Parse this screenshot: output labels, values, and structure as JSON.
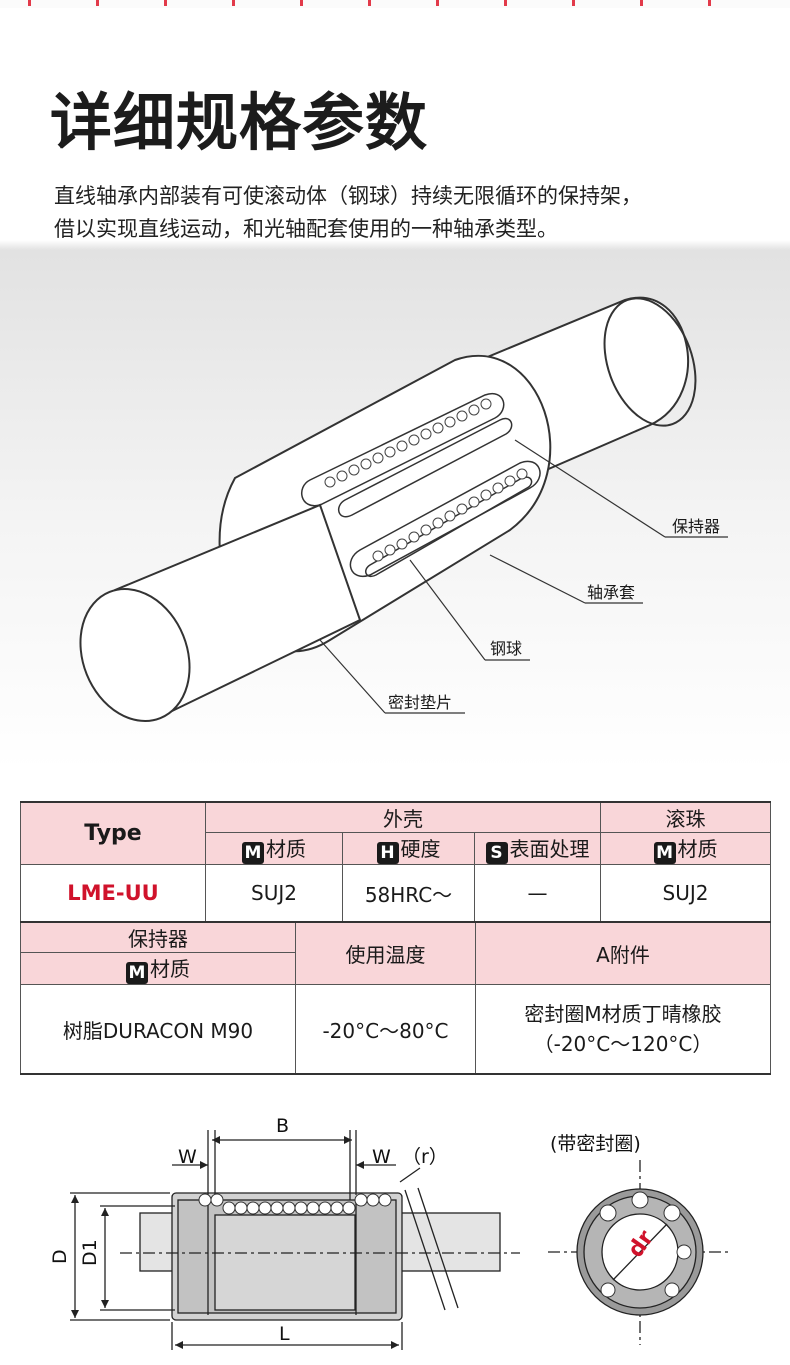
{
  "header": {
    "title": "详细规格参数",
    "intro_lines": [
      "直线轴承内部装有可使滚动体（钢球）持续无限循环的保持架，",
      "借以实现直线运动，和光轴配套使用的一种轴承类型。"
    ]
  },
  "illustration": {
    "callouts": {
      "retainer": "保持器",
      "sleeve": "轴承套",
      "ball": "钢球",
      "seal": "密封垫片"
    }
  },
  "spec_table_1": {
    "type_label": "Type",
    "shell_label": "外壳",
    "ball_group_label": "滚珠",
    "columns": [
      {
        "badge": "M",
        "label": "材质"
      },
      {
        "badge": "H",
        "label": "硬度"
      },
      {
        "badge": "S",
        "label": "表面处理"
      },
      {
        "badge": "M",
        "label": "材质"
      }
    ],
    "row": {
      "model": "LME-UU",
      "shell_material": "SUJ2",
      "hardness": "58HRC〜",
      "surface": "—",
      "ball_material": "SUJ2"
    }
  },
  "spec_table_2": {
    "retainer_label": "保持器",
    "retainer_material_badge": "M",
    "retainer_material_label": "材质",
    "temp_label": "使用温度",
    "accessory_label": "A附件",
    "row": {
      "retainer_material": "树脂DURACON M90",
      "temperature": "-20°C〜80°C",
      "accessory_line1": "密封圈M材质丁晴橡胶",
      "accessory_line2": "（-20°C〜120°C）"
    }
  },
  "drawing": {
    "labels": {
      "B": "B",
      "W_left": "W",
      "W_right": "W",
      "r": "（r）",
      "D": "D",
      "D1": "D1",
      "L": "L",
      "with_seal": "(带密封圈)",
      "dr": "dr"
    }
  },
  "colors": {
    "header_fill": "#f9d6d9",
    "model_red": "#d0122b",
    "dr_red": "#d0122b"
  }
}
